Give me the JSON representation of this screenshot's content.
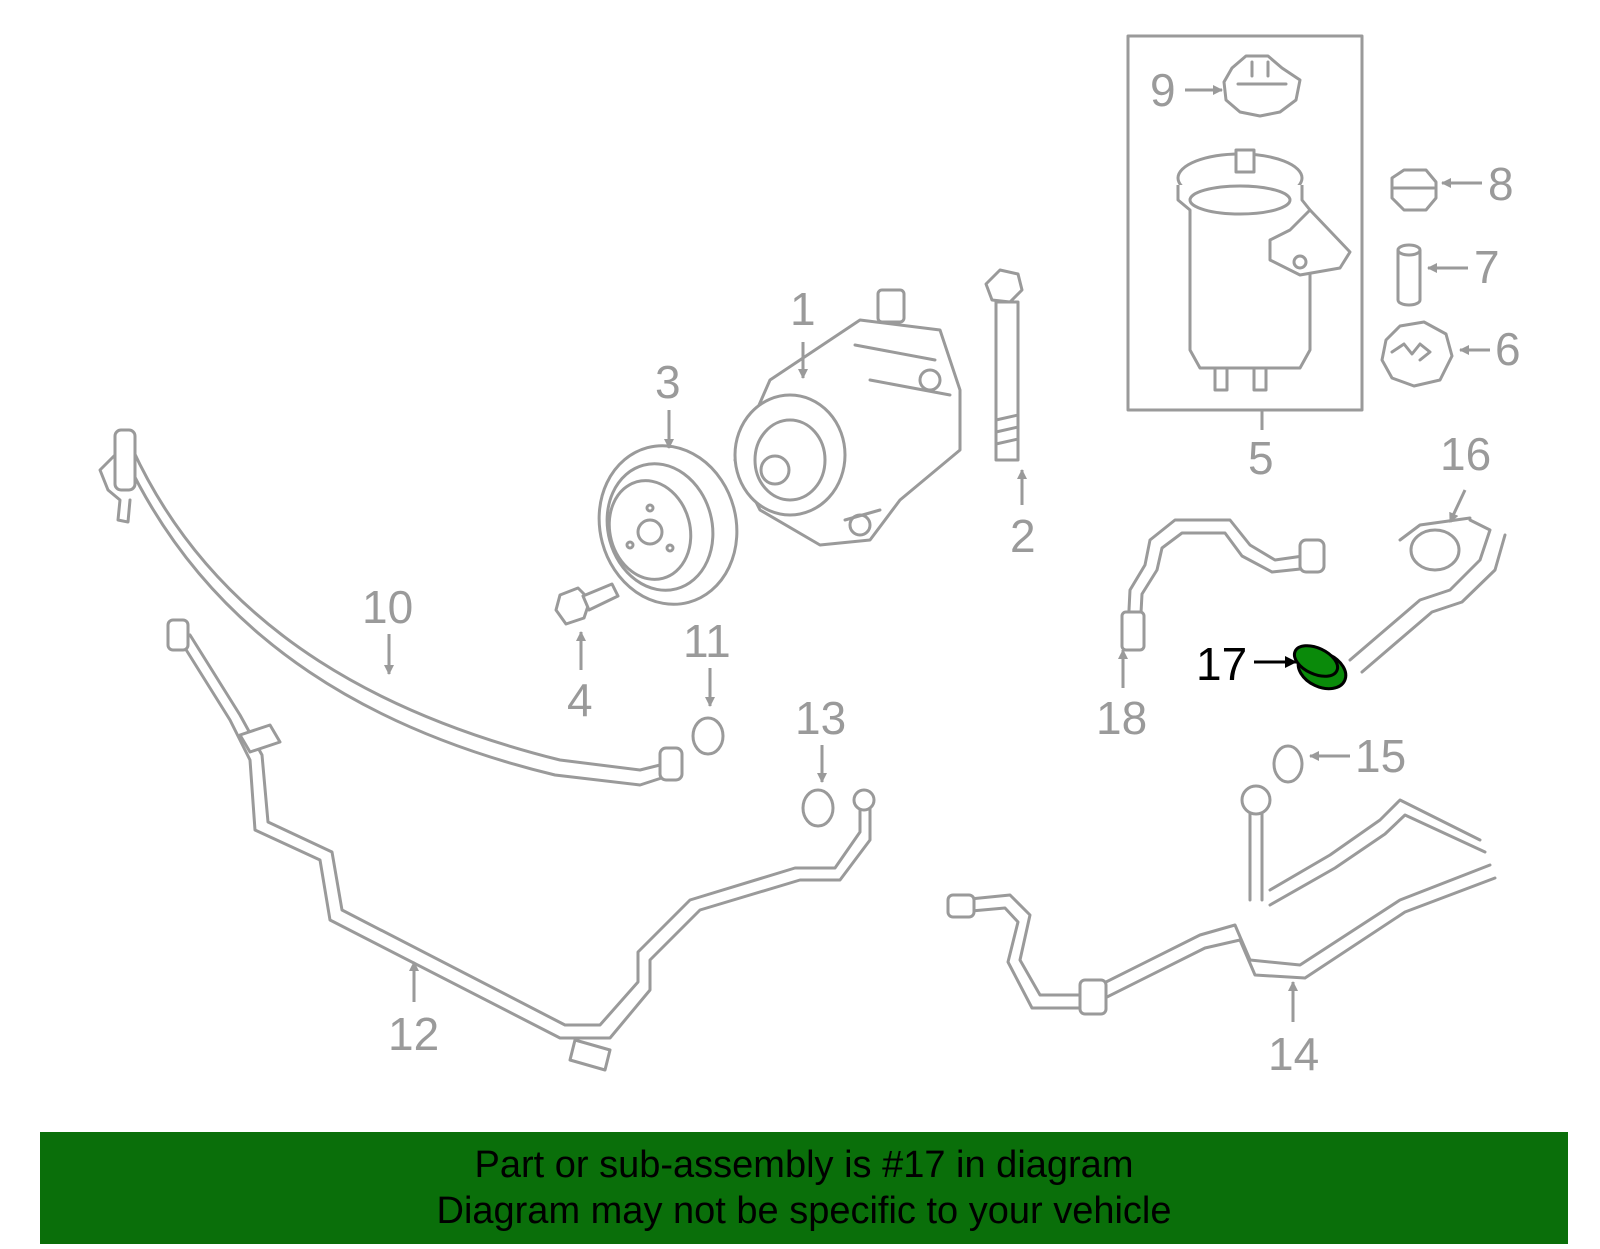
{
  "colors": {
    "part_stroke": "#9a9a9a",
    "highlight_fill": "#0a8a0a",
    "highlight_stroke": "#000000",
    "banner_bg": "#0a6f0a",
    "banner_text": "#000000"
  },
  "highlighted_part": "17",
  "callouts": {
    "c1": "1",
    "c2": "2",
    "c3": "3",
    "c4": "4",
    "c5": "5",
    "c6": "6",
    "c7": "7",
    "c8": "8",
    "c9": "9",
    "c10": "10",
    "c11": "11",
    "c12": "12",
    "c13": "13",
    "c14": "14",
    "c15": "15",
    "c16": "16",
    "c17": "17",
    "c18": "18"
  },
  "banner": {
    "line1": "Part or sub-assembly is #17 in diagram",
    "line2": "Diagram may not be specific to your vehicle"
  }
}
